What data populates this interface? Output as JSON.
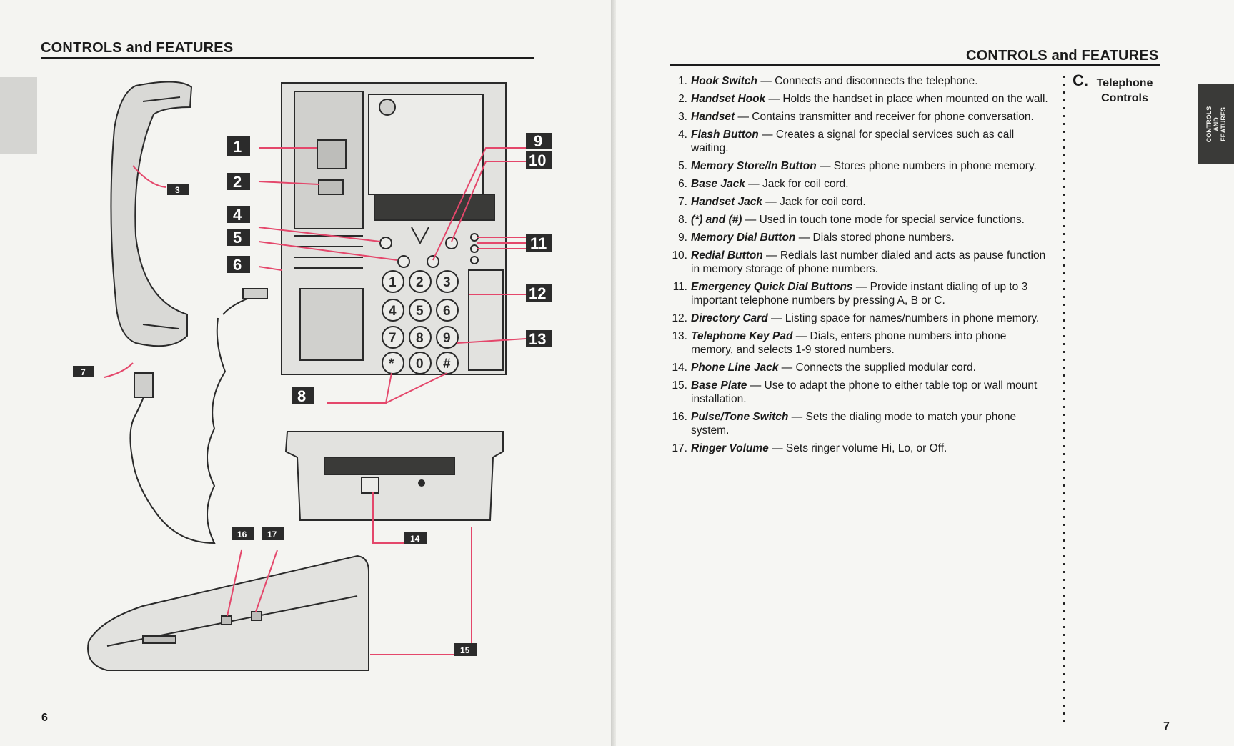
{
  "left_page": {
    "header": "CONTROLS and FEATURES",
    "page_number": "6",
    "callouts": [
      "1",
      "2",
      "3",
      "4",
      "5",
      "6",
      "7",
      "8",
      "9",
      "10",
      "11",
      "12",
      "13",
      "14",
      "15",
      "16",
      "17"
    ],
    "keypad": [
      "1",
      "2",
      "3",
      "4",
      "5",
      "6",
      "7",
      "8",
      "9",
      "*",
      "0",
      "#"
    ],
    "icons": [
      "handset-drawing",
      "coil-cord-drawing",
      "phone-base-drawing",
      "base-rear-drawing",
      "phone-side-drawing"
    ]
  },
  "right_page": {
    "header": "CONTROLS and FEATURES",
    "page_number": "7",
    "section_letter": "C.",
    "section_title_line1": "Telephone",
    "section_title_line2": "Controls",
    "side_tab": [
      "CONTROLS",
      "AND",
      "FEATURES"
    ],
    "items": [
      {
        "num": "1.",
        "term": "Hook Switch",
        "desc": " — Connects and disconnects the telephone."
      },
      {
        "num": "2.",
        "term": "Handset Hook",
        "desc": " — Holds the handset in place when mounted on the wall."
      },
      {
        "num": "3.",
        "term": "Handset",
        "desc": " — Contains transmitter and receiver for phone conversation."
      },
      {
        "num": "4.",
        "term": "Flash Button",
        "desc": " — Creates a signal for special services such as call waiting."
      },
      {
        "num": "5.",
        "term": "Memory Store/In Button",
        "desc": " — Stores phone numbers in phone memory."
      },
      {
        "num": "6.",
        "term": "Base Jack",
        "desc": " — Jack for coil cord."
      },
      {
        "num": "7.",
        "term": "Handset Jack",
        "desc": " — Jack for coil cord."
      },
      {
        "num": "8.",
        "term": "(*) and (#)",
        "desc": " — Used in touch tone mode for special service functions."
      },
      {
        "num": "9.",
        "term": "Memory Dial Button",
        "desc": " — Dials stored phone numbers."
      },
      {
        "num": "10.",
        "term": "Redial Button",
        "desc": " — Redials last number dialed and acts as pause function in memory storage of phone numbers."
      },
      {
        "num": "11.",
        "term": "Emergency Quick Dial Buttons",
        "desc": " — Provide instant dialing of up to 3 important telephone numbers by pressing A, B or C."
      },
      {
        "num": "12.",
        "term": "Directory Card",
        "desc": " — Listing space for names/numbers in phone memory."
      },
      {
        "num": "13.",
        "term": "Telephone Key Pad",
        "desc": " — Dials, enters phone numbers into phone memory, and selects 1-9 stored numbers."
      },
      {
        "num": "14.",
        "term": "Phone Line Jack",
        "desc": " — Connects the supplied modular cord."
      },
      {
        "num": "15.",
        "term": "Base Plate",
        "desc": " — Use to adapt the phone to either table top or wall mount installation."
      },
      {
        "num": "16.",
        "term": "Pulse/Tone Switch",
        "desc": " — Sets the dialing mode to match your phone system."
      },
      {
        "num": "17.",
        "term": "Ringer Volume",
        "desc": " — Sets ringer volume Hi, Lo, or Off."
      }
    ]
  }
}
